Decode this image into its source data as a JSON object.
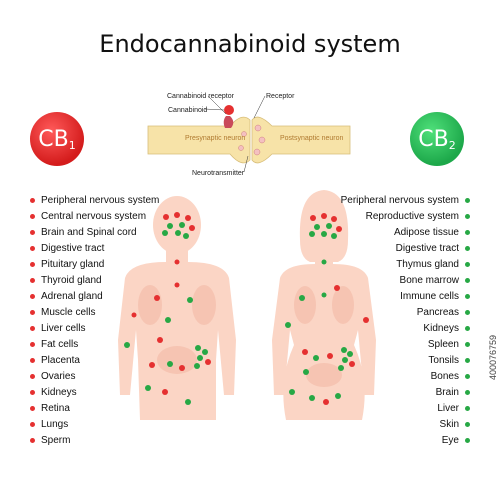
{
  "title": "Endocannabinoid system",
  "cb1": {
    "main": "CB",
    "sub": "1"
  },
  "cb2": {
    "main": "CB",
    "sub": "2"
  },
  "synapse": {
    "cannabinoid_receptor": "Cannabinoid receptor",
    "cannabinoid": "Cannabinoid",
    "receptor": "Receptor",
    "presynaptic": "Presynaptic neuron",
    "postsynaptic": "Postsynaptic neuron",
    "neurotransmitter": "Neurotransmitter"
  },
  "cb1_list": [
    "Peripheral nervous system",
    "Central nervous system",
    "Brain and Spinal cord",
    "Digestive tract",
    "Pituitary gland",
    "Thyroid gland",
    "Adrenal gland",
    "Muscle cells",
    "Liver cells",
    "Fat cells",
    "Placenta",
    "Ovaries",
    "Kidneys",
    "Retina",
    "Lungs",
    "Sperm"
  ],
  "cb2_list": [
    "Peripheral nervous system",
    "Reproductive system",
    "Adipose tissue",
    "Digestive tract",
    "Thymus gland",
    "Bone marrow",
    "Immune cells",
    "Pancreas",
    "Kidneys",
    "Spleen",
    "Tonsils",
    "Bones",
    "Brain",
    "Liver",
    "Skin",
    "Eye"
  ],
  "watermark": "400076759",
  "colors": {
    "cb1": "#e53030",
    "cb2": "#27a845",
    "body": "#fbd5c5",
    "neuron": "#f7e3a8"
  }
}
